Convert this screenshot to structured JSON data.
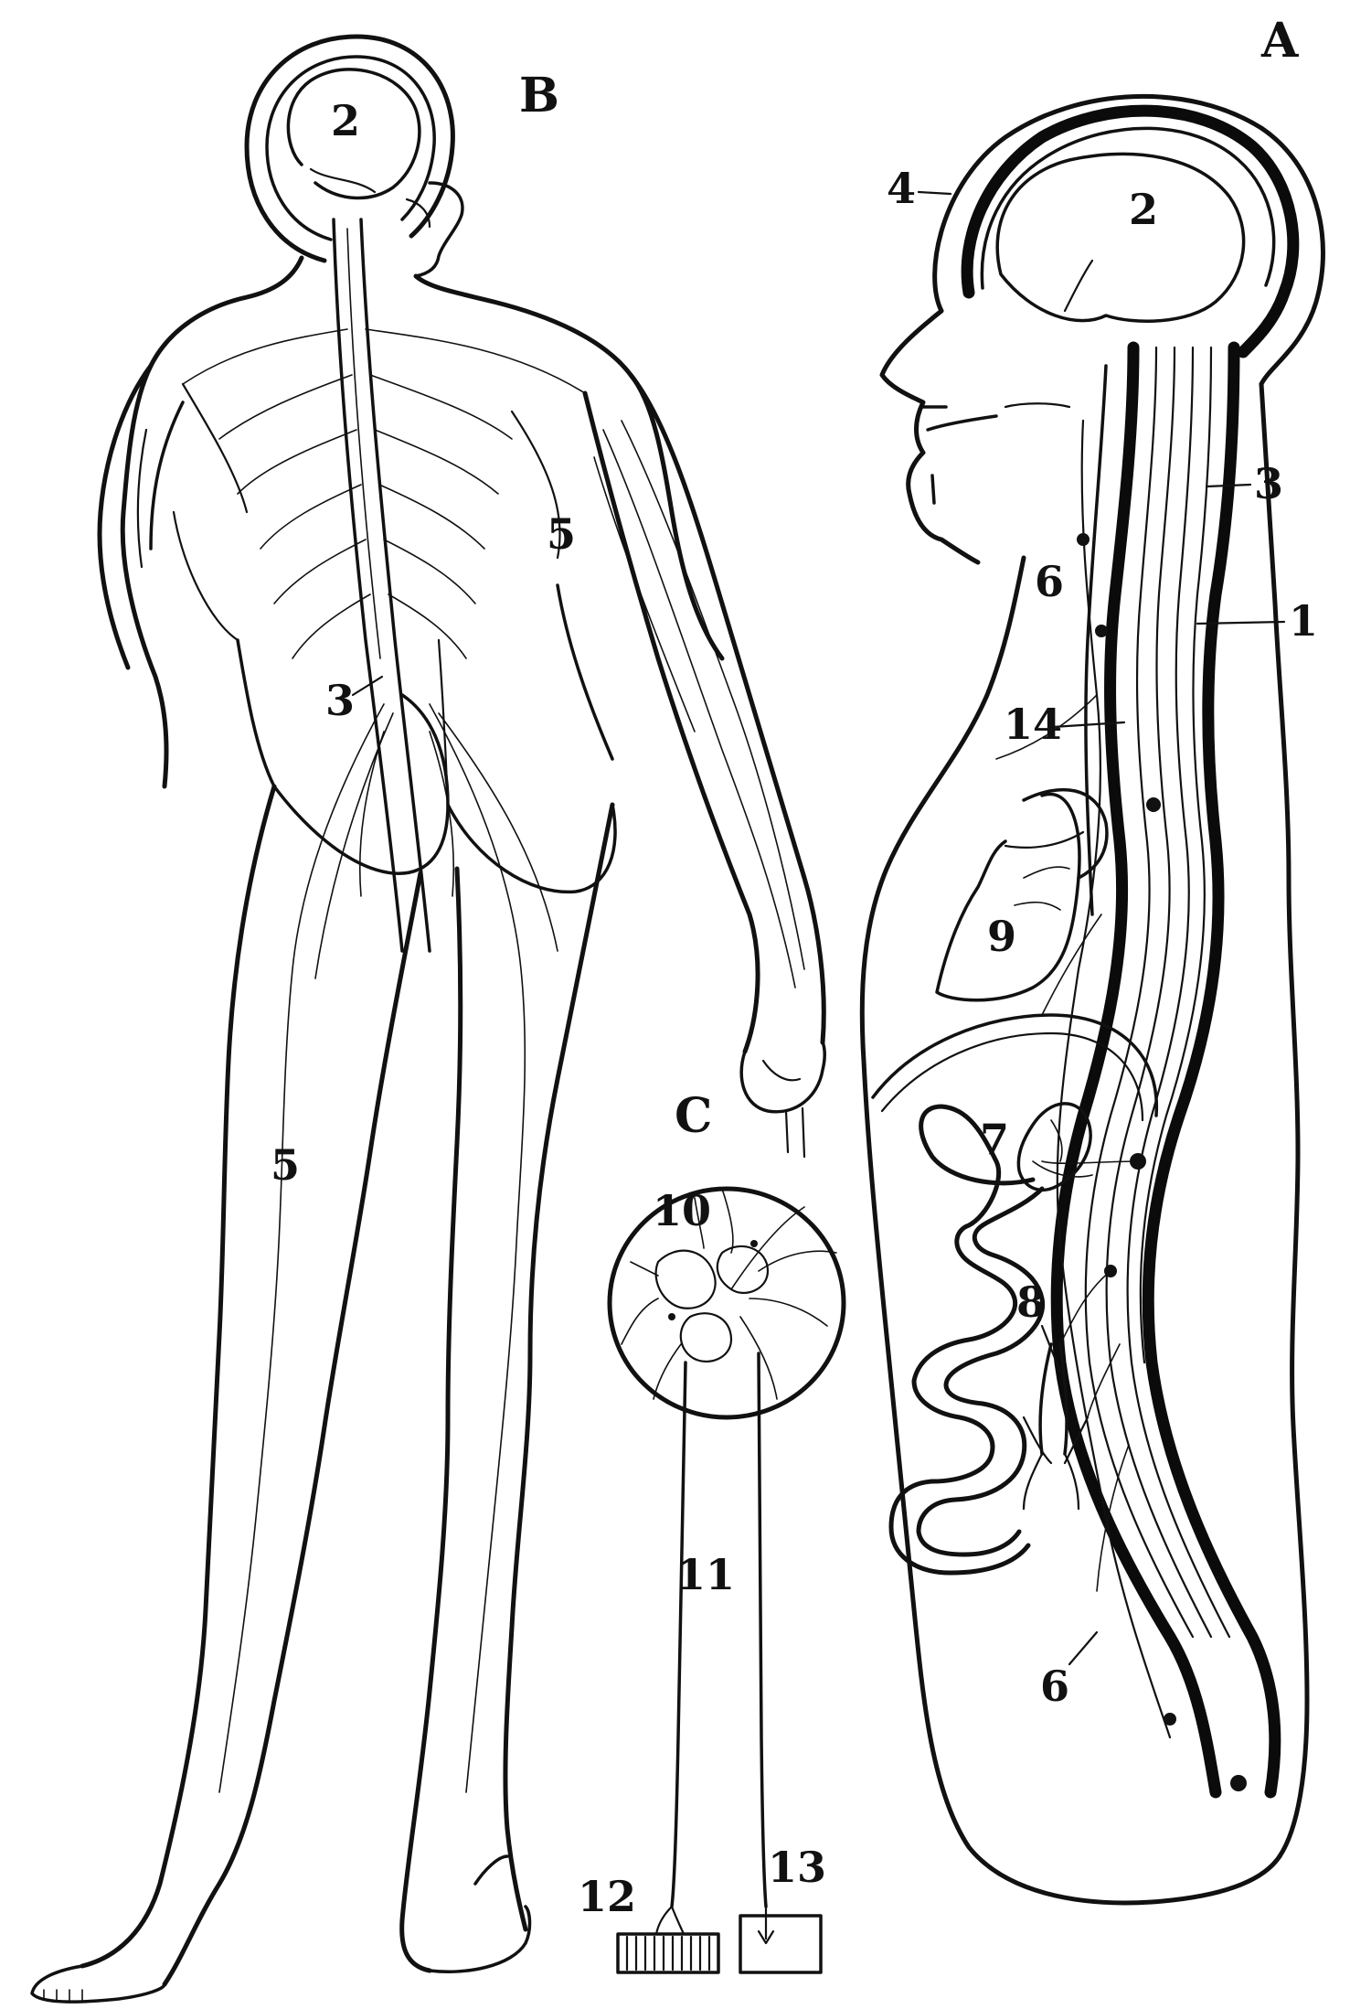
{
  "figure": {
    "panel_labels": {
      "a": "A",
      "b": "B",
      "c": "C"
    },
    "numbers": {
      "n1": "1",
      "n2_b": "2",
      "n2_a": "2",
      "n3_a": "3",
      "n3_b": "3",
      "n4": "4",
      "n5_arm": "5",
      "n5_leg": "5",
      "n6_top": "6",
      "n6_bottom": "6",
      "n7": "7",
      "n8": "8",
      "n9": "9",
      "n10": "10",
      "n11": "11",
      "n12": "12",
      "n13": "13",
      "n14": "14"
    },
    "style": {
      "ink": "#111111",
      "background": "#ffffff"
    }
  }
}
